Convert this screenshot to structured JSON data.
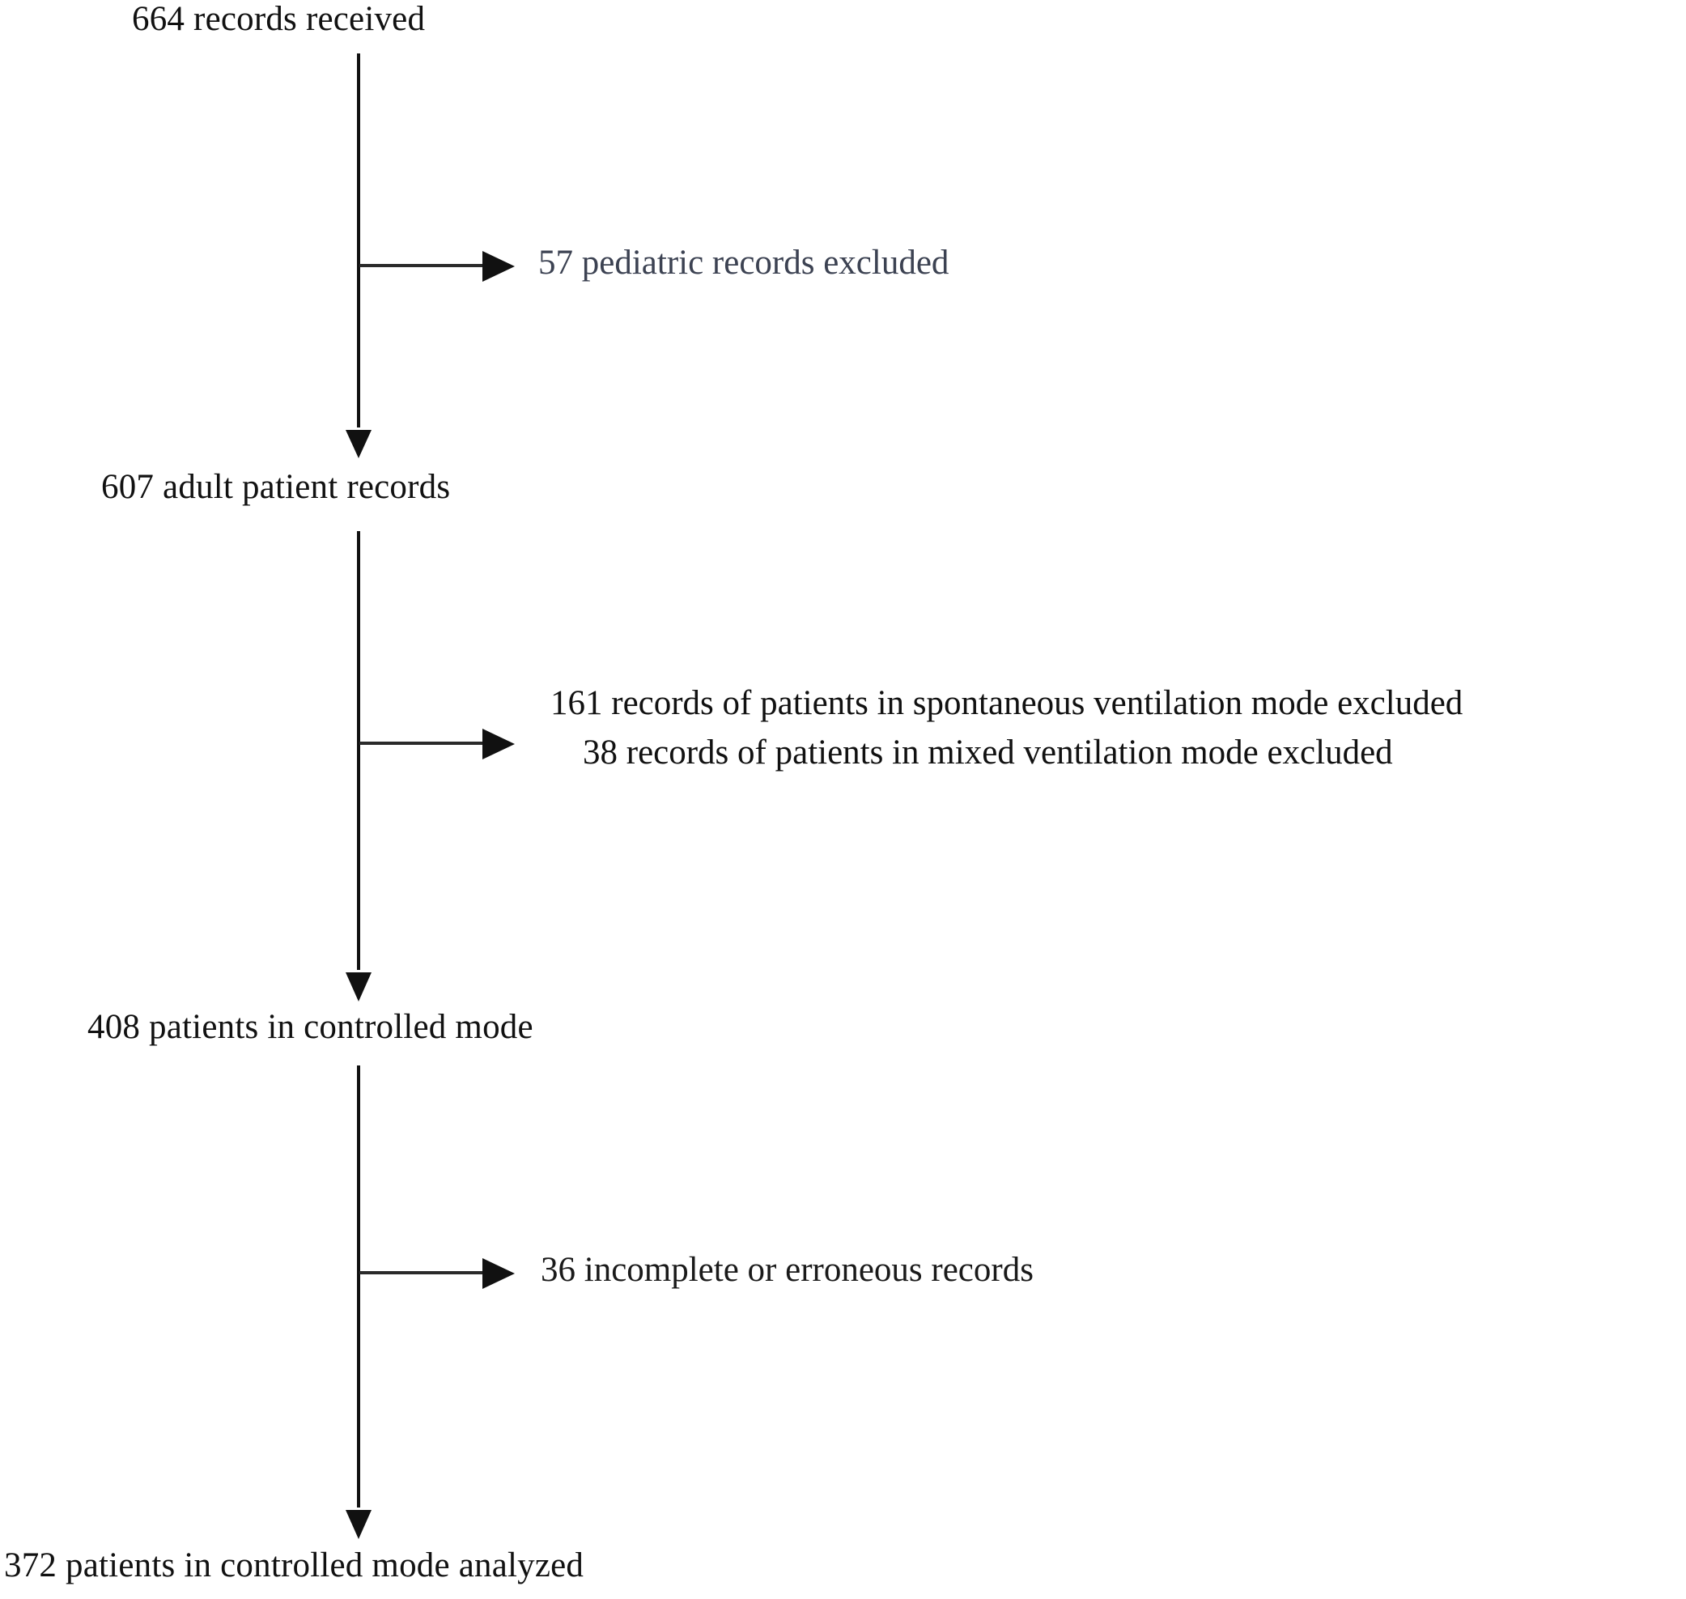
{
  "diagram": {
    "type": "patient-selection-flowchart",
    "title": "",
    "stroke_color": "#1a1a1a",
    "text_color": "#111111",
    "muted_text_color": "#3c4252",
    "background": "#ffffff",
    "nodes": [
      {
        "id": "n1",
        "label": "664 records received",
        "count": 664
      },
      {
        "id": "n2",
        "label": "607 adult patient records",
        "count": 607
      },
      {
        "id": "n3",
        "label": "408 patients in controlled mode",
        "count": 408
      },
      {
        "id": "n4",
        "label": "372 patients in controlled mode analyzed",
        "count": 372
      }
    ],
    "exclusions": [
      {
        "id": "e1",
        "label": "57 pediatric records excluded",
        "count": 57,
        "lines": [
          "57 pediatric records excluded"
        ]
      },
      {
        "id": "e2",
        "label": "161 records of patients in spontaneous ventilation mode excluded / 38 records of patients in mixed ventilation mode excluded",
        "lines": [
          "161 records of patients in spontaneous ventilation mode excluded",
          "38 records of patients in mixed ventilation mode excluded"
        ],
        "counts": [
          161,
          38
        ]
      },
      {
        "id": "e3",
        "label": "36 incomplete or erroneous records",
        "count": 36,
        "lines": [
          "36 incomplete or erroneous records"
        ]
      }
    ]
  }
}
